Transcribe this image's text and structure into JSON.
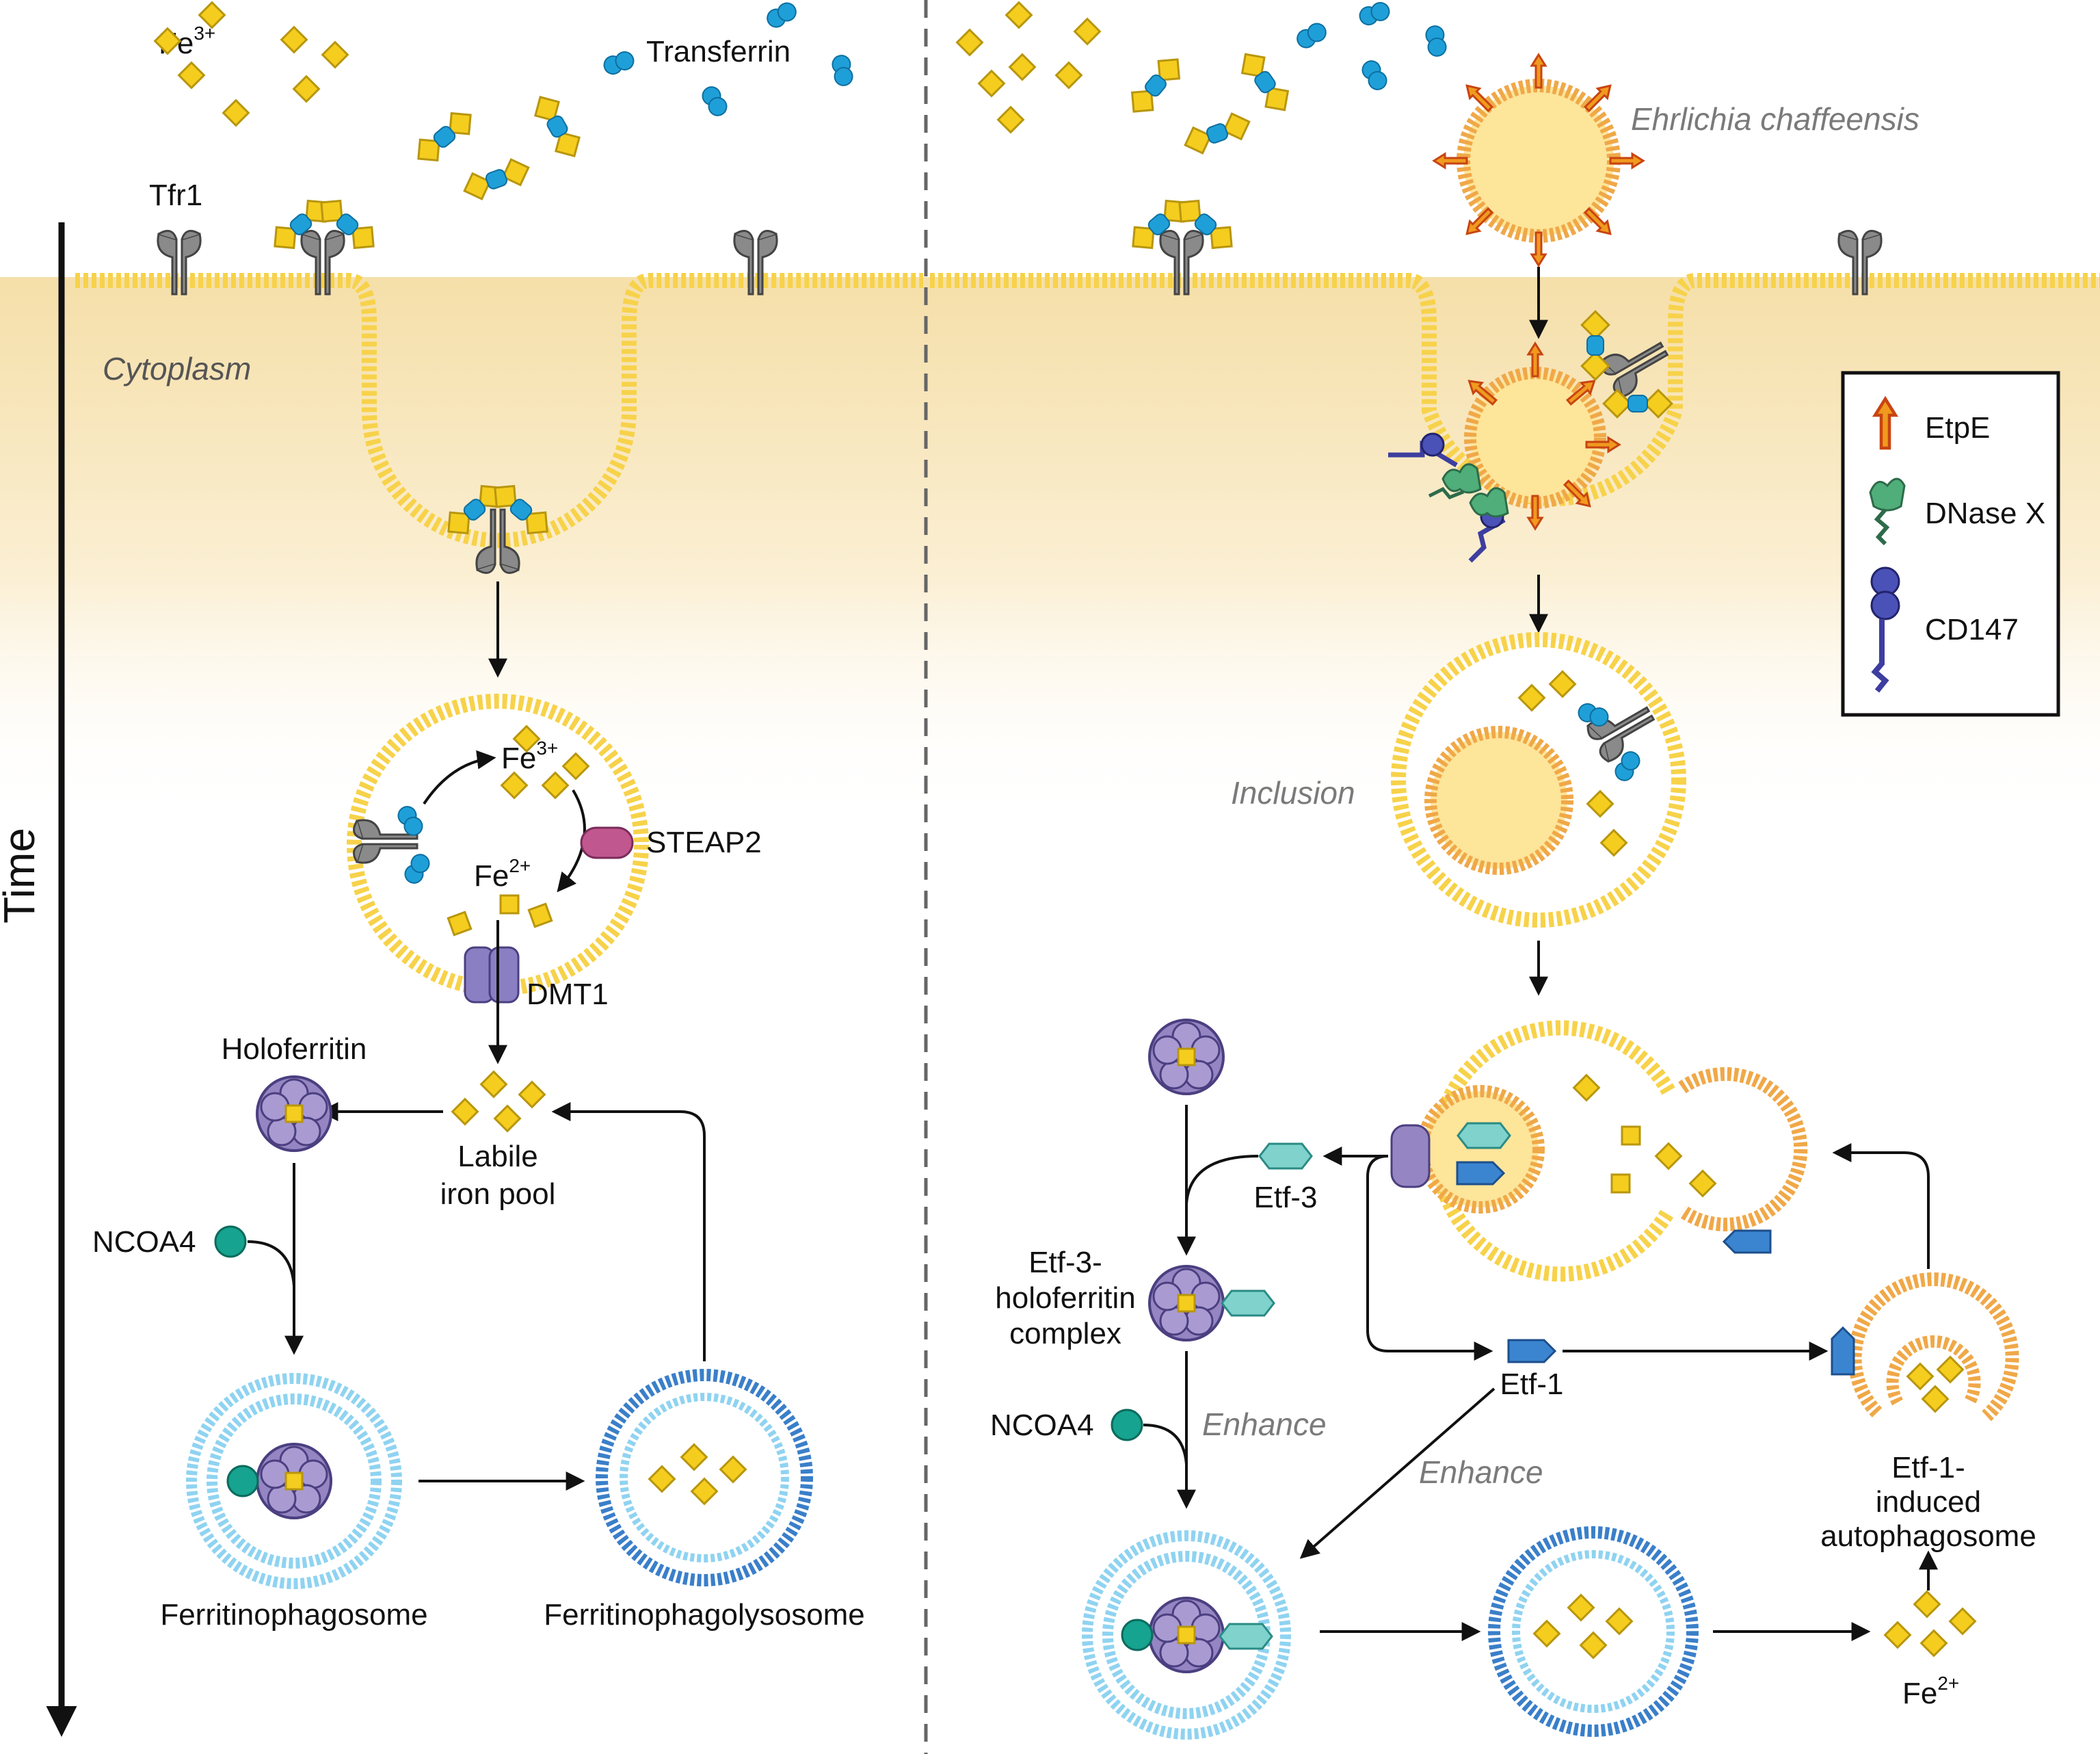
{
  "labels": {
    "fe3_top": "Fe",
    "fe3_top_sup": "3+",
    "transferrin": "Transferrin",
    "tfr1": "Tfr1",
    "cytoplasm": "Cytoplasm",
    "time": "Time",
    "fe3_endosome": "Fe",
    "fe3_endosome_sup": "3+",
    "fe2_endosome": "Fe",
    "fe2_endosome_sup": "2+",
    "steap2": "STEAP2",
    "dmt1": "DMT1",
    "holoferritin": "Holoferritin",
    "labile_iron_pool_1": "Labile",
    "labile_iron_pool_2": "iron pool",
    "ncoa4_left": "NCOA4",
    "ferritinophagosome": "Ferritinophagosome",
    "ferritinophagolysosome": "Ferritinophagolysosome",
    "ehrlichia": "Ehrlichia chaffeensis",
    "inclusion": "Inclusion",
    "etf3": "Etf-3",
    "etf3_complex_1": "Etf-3-",
    "etf3_complex_2": "holoferritin",
    "etf3_complex_3": "complex",
    "ncoa4_right": "NCOA4",
    "enhance_1": "Enhance",
    "enhance_2": "Enhance",
    "etf1": "Etf-1",
    "etf1_auto_1": "Etf-1-",
    "etf1_auto_2": "induced",
    "etf1_auto_3": "autophagosome",
    "fe2_bottom": "Fe",
    "fe2_bottom_sup": "2+"
  },
  "legend": {
    "items": [
      {
        "label": "EtpE",
        "icon": "etpe-icon"
      },
      {
        "label": "DNase X",
        "icon": "dnase-x-icon"
      },
      {
        "label": "CD147",
        "icon": "cd147-icon"
      }
    ]
  },
  "colors": {
    "iron": "#f5cd1e",
    "iron_edge": "#b8960e",
    "transferrin": "#1f9fd8",
    "receptor": "#7b7b7b",
    "membrane_yellow": "#f7d24a",
    "bacterium_orange": "#f0a848",
    "ferritin": "#9585c2",
    "ncoa4": "#16a38f",
    "etf3": "#7fd3cc",
    "etf1": "#3b85d0",
    "steap2": "#c0578f",
    "dmt1": "#8b7fc4",
    "phagosome_light": "#8fd3f1",
    "lysosome_dark": "#3a7fc9",
    "cd147": "#3d3ea0",
    "dnase": "#4fae79",
    "cytoplasm_fill": "#f6e2b0"
  }
}
